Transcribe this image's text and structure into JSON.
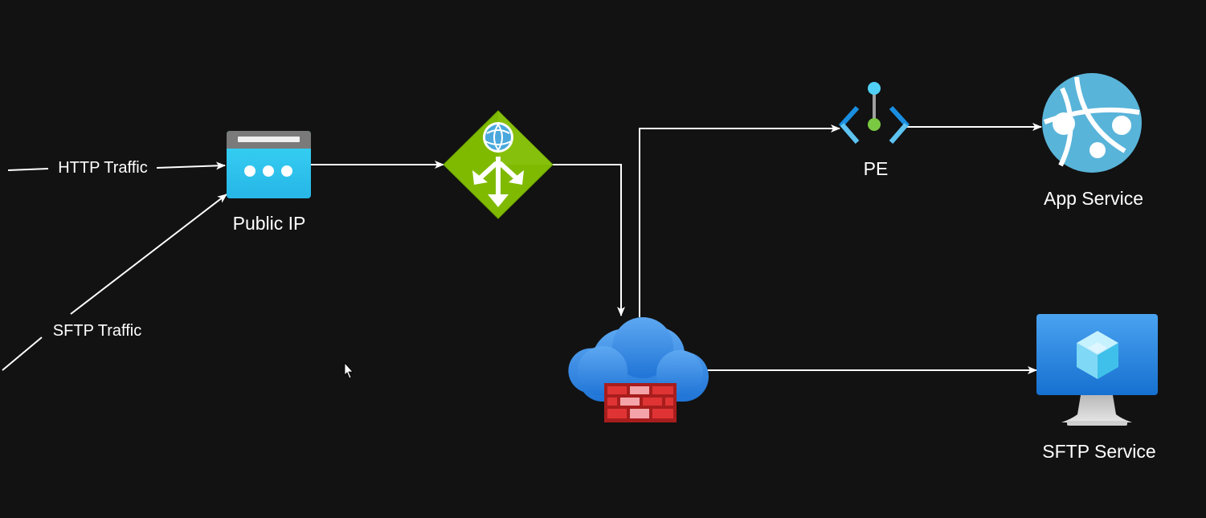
{
  "diagram": {
    "edge_labels": {
      "http": "HTTP Traffic",
      "sftp": "SFTP Traffic"
    },
    "nodes": {
      "public_ip": {
        "label": "Public IP",
        "icon": "public-ip-icon"
      },
      "app_gateway": {
        "label": "",
        "icon": "application-gateway-icon"
      },
      "firewall": {
        "label": "",
        "icon": "firewall-icon"
      },
      "private_endpoint": {
        "label": "PE",
        "icon": "private-endpoint-icon"
      },
      "app_service": {
        "label": "App Service",
        "icon": "app-service-icon"
      },
      "sftp_service": {
        "label": "SFTP Service",
        "icon": "virtual-machine-icon"
      }
    },
    "colors": {
      "background": "#121212",
      "edge": "#ffffff",
      "public_ip": "#32c8ec",
      "app_gateway": "#7fba00",
      "firewall_cloud": "#3a8ee6",
      "firewall_brick": "#d32b2b",
      "private_endpoint": "#1a8ee0",
      "app_service": "#59b4d9",
      "vm_screen": "#2d8ee6"
    }
  }
}
